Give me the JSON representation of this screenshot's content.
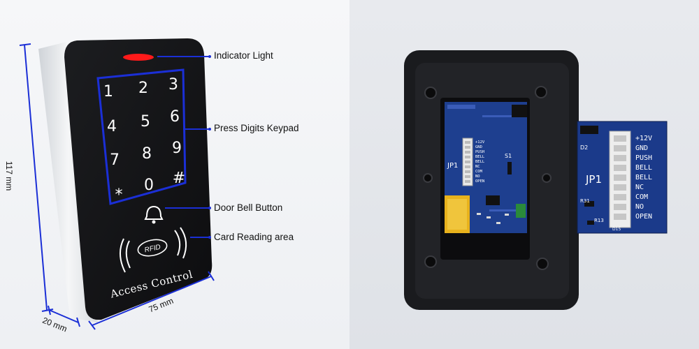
{
  "device": {
    "brand_text": "Access Control",
    "rfid_text": "RFID",
    "keys": [
      "1",
      "2",
      "3",
      "4",
      "5",
      "6",
      "7",
      "8",
      "9",
      "*",
      "0",
      "#"
    ]
  },
  "callouts": {
    "indicator": "Indicator Light",
    "keypad": "Press Digits Keypad",
    "bell": "Door Bell Button",
    "card": "Card Reading area"
  },
  "dimensions": {
    "height": "117 mm",
    "width": "75 mm",
    "depth": "20 mm"
  },
  "board": {
    "connector_label": "JP1",
    "switch_label": "S1",
    "pins": [
      "+12V",
      "GND",
      "PUSH",
      "BELL",
      "BELL",
      "NC",
      "COM",
      "NO",
      "OPEN"
    ],
    "small_labels": [
      "D2",
      "R31",
      "R13",
      "D15"
    ]
  },
  "colors": {
    "accent_blue": "#1b2fd6",
    "pcb_blue": "#1e3f8f",
    "relay_yellow": "#e8b21c"
  }
}
